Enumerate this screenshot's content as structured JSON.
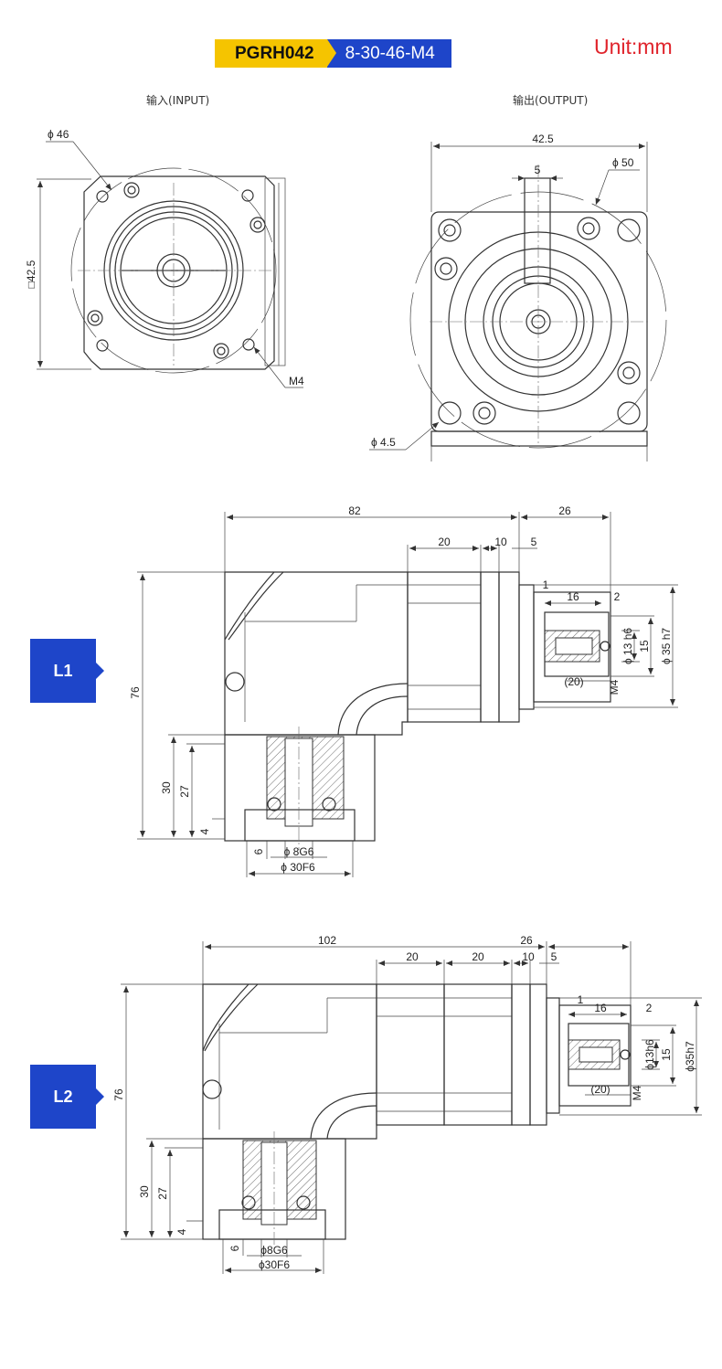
{
  "header": {
    "model": "PGRH042",
    "code": "8-30-46-M4",
    "unit": "Unit:mm"
  },
  "views": {
    "input": "输入(INPUT)",
    "output": "输出(OUTPUT)"
  },
  "input_dims": {
    "d46": "ϕ 46",
    "sq": "□42.5",
    "m4": "M4"
  },
  "output_dims": {
    "w": "42.5",
    "key": "5",
    "d50": "ϕ 50",
    "d45": "ϕ 4.5"
  },
  "l1": {
    "badge": "L1",
    "len": "82",
    "shaft": "26",
    "a": "20",
    "b": "10",
    "c": "5",
    "d1": "1",
    "d16": "16",
    "d2": "2",
    "d13": "ϕ 13 h6",
    "d15": "15",
    "d35": "ϕ 35 h7",
    "d20": "(20)",
    "m4": "M4",
    "h76": "76",
    "h30": "30",
    "h27": "27",
    "h4": "4",
    "h6": "6",
    "d8": "ϕ 8G6",
    "d30": "ϕ 30F6"
  },
  "l2": {
    "badge": "L2",
    "len": "102",
    "shaft": "26",
    "a": "20",
    "a2": "20",
    "b": "10",
    "c": "5",
    "d1": "1",
    "d16": "16",
    "d2": "2",
    "d13": "ϕ13h6",
    "d15": "15",
    "d35": "ϕ35h7",
    "d20": "(20)",
    "m4": "M4",
    "h76": "76",
    "h30": "30",
    "h27": "27",
    "h4": "4",
    "h6": "6",
    "d8": "ϕ8G6",
    "d30": "ϕ30F6"
  }
}
